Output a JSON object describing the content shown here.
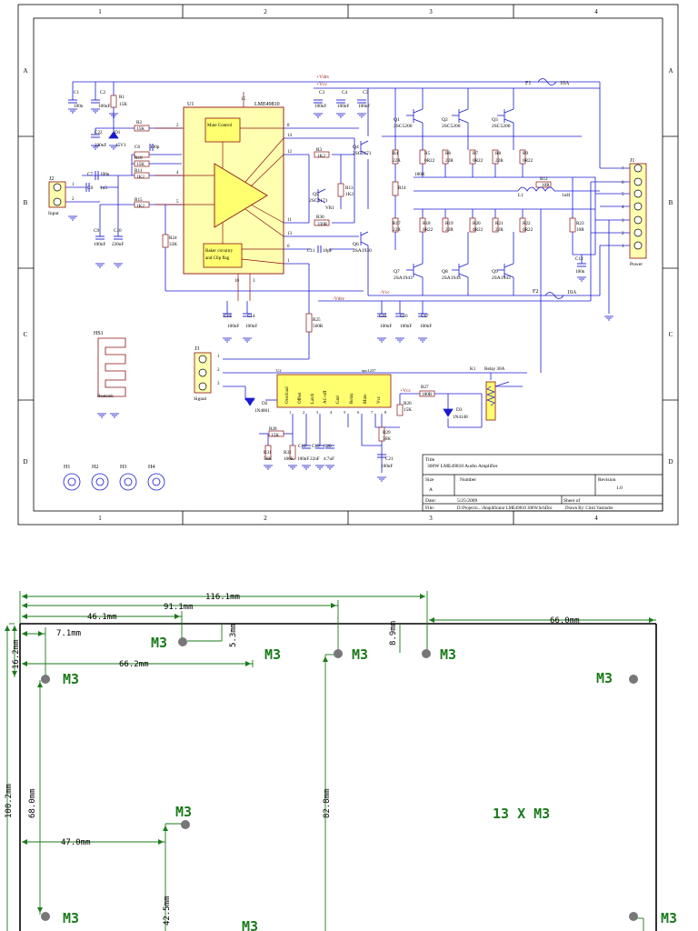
{
  "frame": {
    "columns": [
      "1",
      "2",
      "3",
      "4"
    ],
    "rows": [
      "A",
      "B",
      "C",
      "D"
    ]
  },
  "ic": {
    "ref": "U1",
    "part": "LME49810",
    "mute_block": "Mute Control",
    "baker_block_1": "Baker circuitry",
    "baker_block_2": "and Clip flag",
    "pins": [
      "2",
      "8",
      "14",
      "12",
      "4",
      "5",
      "11",
      "13",
      "6",
      "1",
      "15",
      "10",
      "3"
    ]
  },
  "rails": {
    "vdrv_pos": "+Vdrv",
    "vcc_pos": "+Vcc",
    "vdrv_neg": "-Vdrv",
    "vcc_neg": "-Vcc"
  },
  "fuses": {
    "f1_ref": "F1",
    "f1_value": "10A",
    "f2_ref": "F2",
    "f2_value": "10A"
  },
  "transistors": [
    {
      "ref": "Q1",
      "part": "2SC5200"
    },
    {
      "ref": "Q2",
      "part": "2SC5200"
    },
    {
      "ref": "Q3",
      "part": "2SC5200"
    },
    {
      "ref": "Q4",
      "part": "2SC5171"
    },
    {
      "ref": "Q5",
      "part": "2SC5171"
    },
    {
      "ref": "Q6",
      "part": "2SA1930"
    },
    {
      "ref": "Q7",
      "part": "2SA1943"
    },
    {
      "ref": "Q8",
      "part": "2SA1943"
    },
    {
      "ref": "Q9",
      "part": "2SA1943"
    }
  ],
  "components": {
    "c1": "C1",
    "c1_val": "100n",
    "c2": "C2",
    "c2_val": "100uF",
    "r1": "R1",
    "r1_val": "15K",
    "r2": "R2",
    "r2_val": "15K",
    "c22": "C22",
    "c22_val": "220uF",
    "d1": "D1",
    "d1_val": "15V1",
    "c6": "C6",
    "c6_val": "100p",
    "r10": "R10",
    "r10_val": "15K",
    "r11": "R11",
    "r11_val": "1K2",
    "c7": "C7",
    "c7_val": "100n",
    "c8": "C8",
    "c8_val": "1u5",
    "r15": "R15",
    "r15_val": "1K2",
    "c9": "C9",
    "c9_val": "100nF",
    "c10": "C10",
    "c10_val": "220uF",
    "r24": "R24",
    "r24_val": "33K",
    "c3": "C3",
    "c3_val": "100nF",
    "c4": "C4",
    "c4_val": "100nF",
    "c5": "C5",
    "c5_val": "100nF",
    "r3": "R3",
    "r3_val": "1K2",
    "r13": "R13",
    "r13_val": "1K2",
    "vr1": "VR1",
    "r30": "R30",
    "r30_val": "330R",
    "c11": "C11",
    "c11_val": "10pF",
    "r4": "R4",
    "r4_val": "22R",
    "r5": "R5",
    "r5_val": "0R22",
    "r6": "R6",
    "r6_val": "22R",
    "r7": "R7",
    "r7_val": "0R22",
    "r8": "R8",
    "r8_val": "22R",
    "r9": "R9",
    "r9_val": "0R22",
    "r180": "180R",
    "r14": "R14",
    "r12": "R12",
    "r12_val": "10R",
    "l1": "L1",
    "l1_val": "1uH",
    "r17": "R17",
    "r17_val": "22R",
    "r18": "R18",
    "r18_val": "0R22",
    "r19": "R19",
    "r19_val": "22R",
    "r20": "R20",
    "r20_val": "0R22",
    "r21": "R21",
    "r21_val": "22R",
    "r22": "R22",
    "r22_val": "0R22",
    "r23": "R23",
    "r23_val": "10R",
    "c12": "C12",
    "c12_val": "100n",
    "c13": "C13",
    "c13_val": "100nF",
    "c14": "C14",
    "c14_val": "100nF",
    "r25": "R25",
    "r25_val": "560R",
    "c15": "C15",
    "c15_val": "100nF",
    "c16": "C16",
    "c16_val": "100nF",
    "c17": "C17",
    "c17_val": "100nF",
    "d2": "D2",
    "d2_val": "1N4001",
    "r28": "R28",
    "r28_val": "15K",
    "r31": "R31",
    "r31_val": "56K",
    "r32": "R32",
    "r32_val": "100K",
    "c18": "C18",
    "c18_val": "100nF",
    "c19": "C19",
    "c19_val": "22nF",
    "c20": "C20",
    "c20_val": "4.7uF",
    "r26": "R26",
    "r26_val": "15K",
    "r27": "R27",
    "r27_val": "180R",
    "r29": "R29",
    "r29_val": "56K",
    "c21": "C21",
    "c21_val": "100nF",
    "d3": "D3",
    "d3_val": "1N4148",
    "k1": "K1",
    "k1_val": "Relay 30A"
  },
  "connectors": {
    "j1_ref": "J1",
    "j1_label": "Power",
    "j1_pins": [
      "7",
      "6",
      "5",
      "4",
      "3",
      "2",
      "1"
    ],
    "j2_ref": "J2",
    "j2_label": "Input",
    "j2_pins": [
      "1",
      "2"
    ],
    "j3_ref": "J3",
    "j3_label": "Signal",
    "j3_pins": [
      "1",
      "2",
      "3"
    ]
  },
  "u2": {
    "ref": "U2",
    "part": "upc1237",
    "pin_names": [
      "Overload",
      "Offset",
      "Latch",
      "AC-off",
      "Gnd",
      "Relay",
      "Mute",
      "Vcc"
    ],
    "pin_numbers": [
      "1",
      "2",
      "3",
      "4",
      "5",
      "6",
      "7",
      "8"
    ]
  },
  "heatsink": {
    "ref": "HS1",
    "label": "Heatsink"
  },
  "holes": [
    "H1",
    "H2",
    "H3",
    "H4"
  ],
  "title_block": {
    "title_label": "Title",
    "title": "300W LME49810 Audio Amplifier",
    "size_label": "Size",
    "size": "A",
    "number_label": "Number",
    "revision_label": "Revision",
    "revision": "1.0",
    "date_label": "Date:",
    "date": "5/25/2009",
    "sheet_label": "Sheet    of",
    "file_label": "File:",
    "file": "D:\\Projects\\...\\Amplificator LME49810 300W.SchDoc",
    "drawn_by": "Drawn By:   Cristi Vasilache"
  },
  "mechanical": {
    "dims": {
      "d116": "116.1mm",
      "d91": "91.1mm",
      "d46": "46.1mm",
      "d7": "7.1mm",
      "d5": "5.3mm",
      "d66_2": "66.2mm",
      "d16": "16.2mm",
      "d8": "8.9mm",
      "d66_0": "66.0mm",
      "d100": "100.2mm",
      "d68": "68.0mm",
      "d82": "82.8mm",
      "d47": "47.0mm",
      "d42": "42.5mm"
    },
    "hole_label": "M3",
    "summary": "13 X M3"
  }
}
